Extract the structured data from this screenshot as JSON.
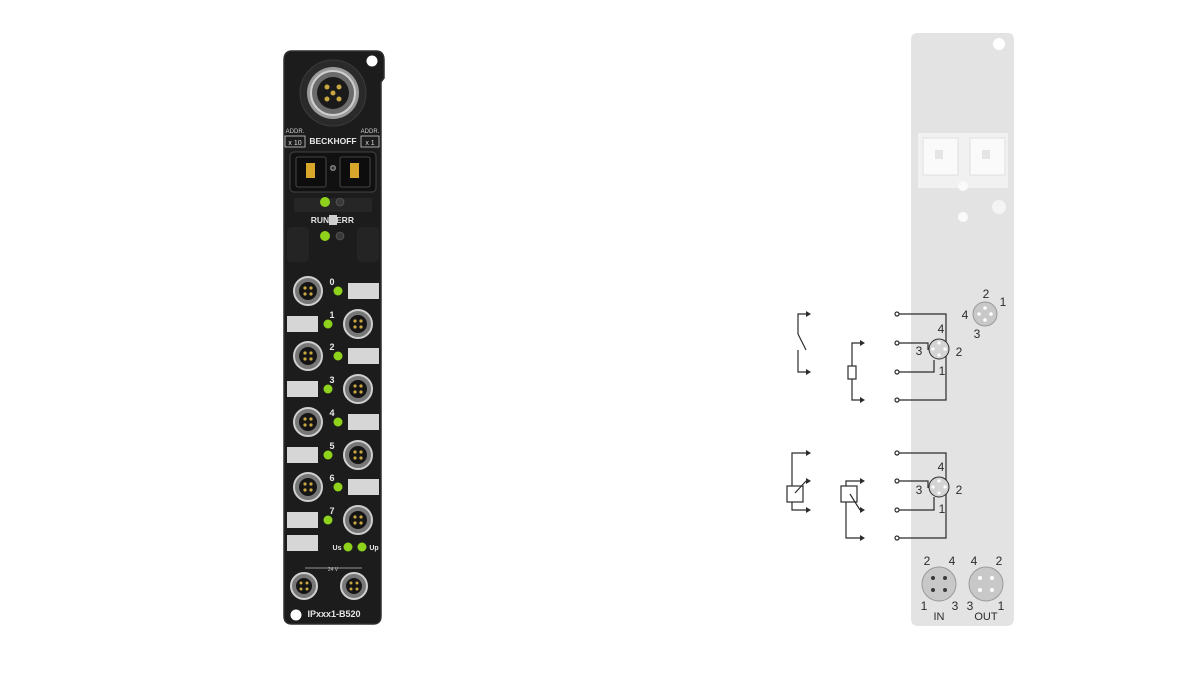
{
  "colors": {
    "housing_dark": "#1c1c1c",
    "housing_edge": "#2e2e2e",
    "label_field": "#d6d6d6",
    "led_green": "#8fd21c",
    "side_panel": "#e3e3e3",
    "wire": "#2b2b2b"
  },
  "module": {
    "brand": "BECKHOFF",
    "addr_left": {
      "label": "ADDR.",
      "value": "x 10"
    },
    "addr_right": {
      "label": "ADDR.",
      "value": "x 1"
    },
    "status": {
      "run": "RUN",
      "err": "ERR"
    },
    "channels": [
      "0",
      "1",
      "2",
      "3",
      "4",
      "5",
      "6",
      "7"
    ],
    "power_leds": {
      "us": "Us",
      "up": "Up"
    },
    "power_voltage": "24 V",
    "model": "IPxxx1-B520"
  },
  "diagram": {
    "pin_legend": {
      "p1": "1",
      "p2": "2",
      "p3": "3",
      "p4": "4"
    },
    "connector_upper": {
      "p1": "1",
      "p2": "2",
      "p3": "3",
      "p4": "4"
    },
    "connector_lower": {
      "p1": "1",
      "p2": "2",
      "p3": "3",
      "p4": "4"
    },
    "power_in": {
      "label": "IN",
      "p1": "1",
      "p2": "2",
      "p3": "3",
      "p4": "4"
    },
    "power_out": {
      "label": "OUT",
      "p1": "1",
      "p2": "2",
      "p3": "3",
      "p4": "4"
    }
  }
}
